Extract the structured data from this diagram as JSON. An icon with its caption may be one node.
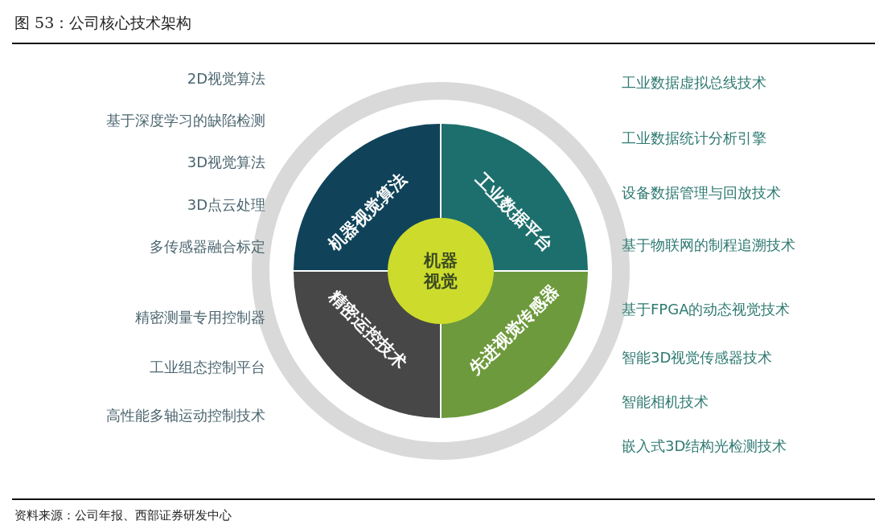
{
  "diagram": {
    "title": "图 53：公司核心技术架构",
    "caption": "资料来源：公司年报、西部证券研发中心",
    "nodes": [
      {
        "text": [
          "机器视觉算法"
        ],
        "beside": [
          "2D视觉算法",
          "基于深度学习的缺陷检测",
          "3D视觉算法",
          "3D点云处理",
          "多传感器融合标定"
        ]
      },
      {
        "text": [
          "工业数据平台"
        ],
        "beside": [
          "工业数据虚拟总线技术",
          "工业数据统计分析引擎",
          "设备数据管理与回放技术",
          "基于物联网的制程追溯技术"
        ]
      },
      {
        "text": [
          "机器视觉"
        ]
      },
      {
        "text": [
          "精密运控技术"
        ],
        "beside": [
          "精密测量专用控制器",
          "工业组态控制平台",
          "高性能多轴运动控制技术"
        ]
      },
      {
        "text": [
          "先进视觉传感器"
        ],
        "beside": [
          "基于FPGA的动态视觉技术",
          "智能3D视觉传感器技术",
          "智能相机技术",
          "嵌入式3D结构光检测技术"
        ]
      }
    ],
    "edges": []
  }
}
